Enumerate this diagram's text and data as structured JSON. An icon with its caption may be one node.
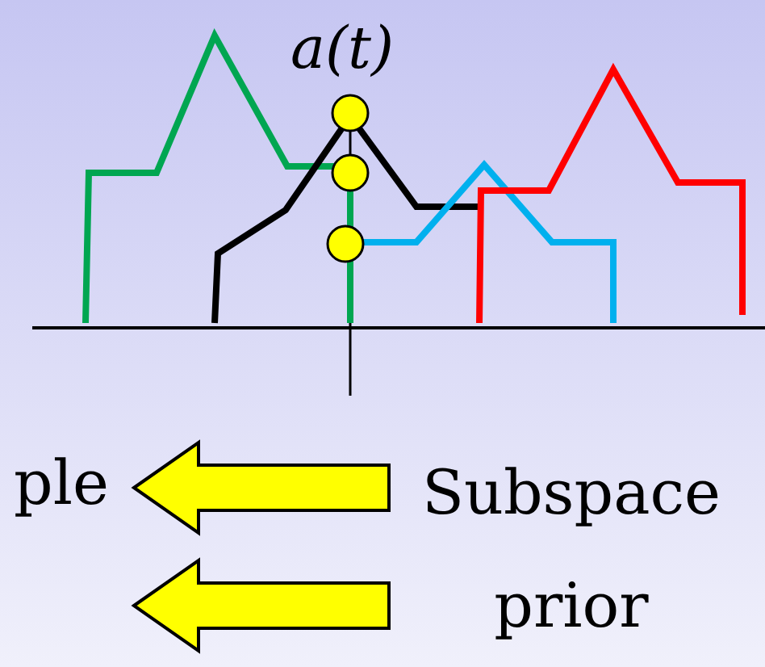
{
  "diagram": {
    "nodes": [
      {
        "text": [
          "ple"
        ]
      },
      {
        "text": [
          "Subspace prior"
        ]
      }
    ],
    "edges": [
      {
        "from": 1,
        "to": 0,
        "arrow": "to"
      },
      {
        "from": 1,
        "to": null,
        "arrow": "to"
      }
    ],
    "labels": [
      "a(t)"
    ]
  }
}
